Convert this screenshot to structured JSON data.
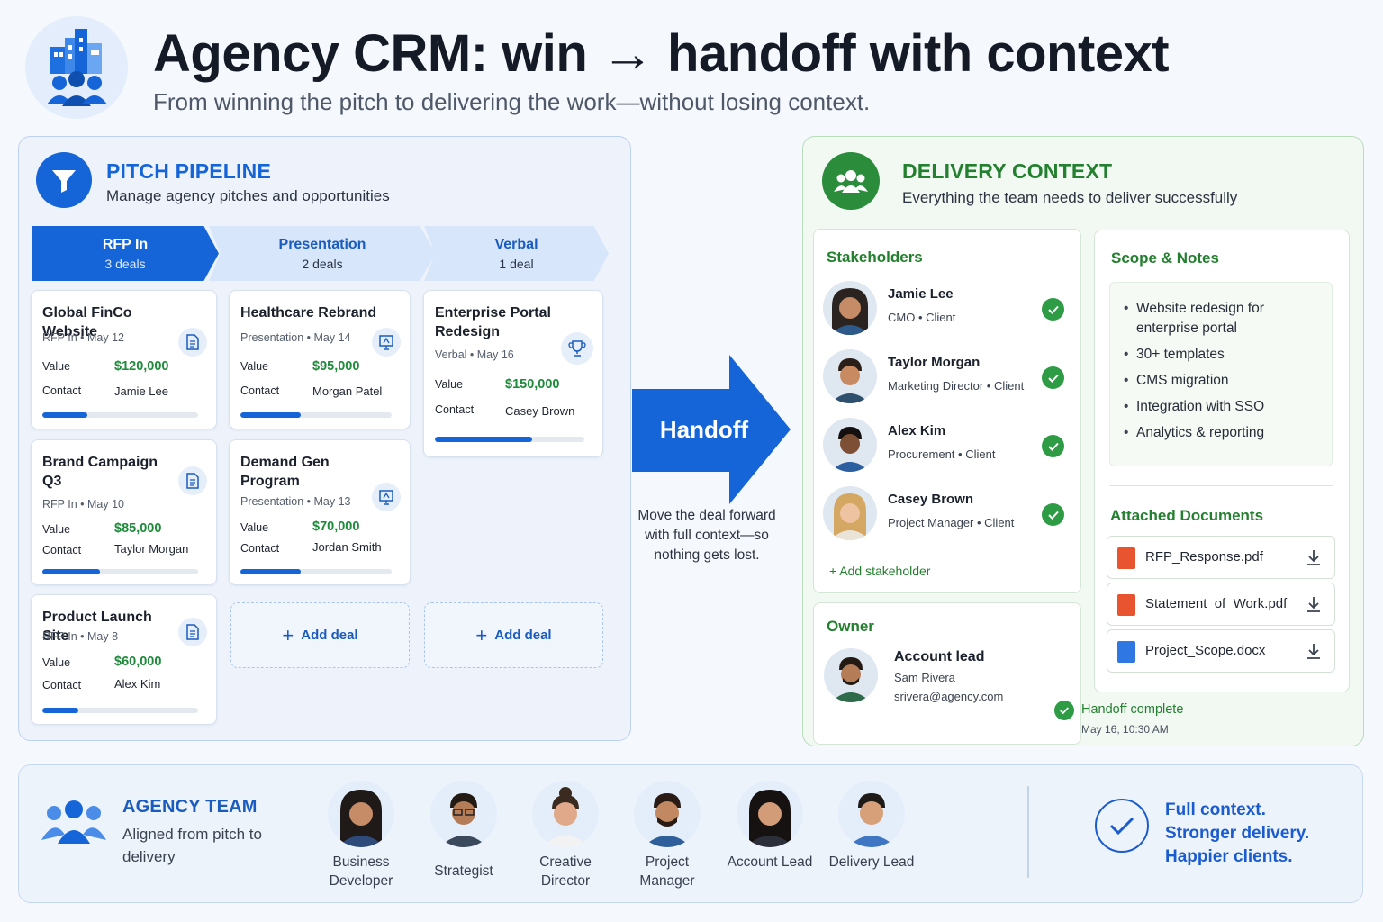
{
  "header": {
    "logo_icon": "agency-team-buildings-icon",
    "title": "Agency CRM: win → handoff with context",
    "subtitle": "From winning the pitch to delivering the work—without losing context."
  },
  "pitch": {
    "icon": "funnel-icon",
    "title": "PITCH PIPELINE",
    "subtitle": "Manage agency pitches and opportunities",
    "stages": [
      {
        "name": "RFP In",
        "count": "3 deals",
        "active": true
      },
      {
        "name": "Presentation",
        "count": "2 deals",
        "active": false
      },
      {
        "name": "Verbal",
        "count": "1 deal",
        "active": false
      }
    ],
    "value_label": "Value",
    "contact_label": "Contact",
    "add_deal_label": "Add deal",
    "deals": [
      {
        "title": "Global FinCo Website",
        "meta": "RFP In  •  May 12",
        "value": "$120,000",
        "contact": "Jamie Lee",
        "progress": 0.29,
        "icon": "document-icon"
      },
      {
        "title": "Brand Campaign Q3",
        "meta": "RFP In  •  May 10",
        "value": "$85,000",
        "contact": "Taylor Morgan",
        "progress": 0.37,
        "icon": "document-icon"
      },
      {
        "title": "Product Launch Site",
        "meta": "RFP In  •  May 8",
        "value": "$60,000",
        "contact": "Alex Kim",
        "progress": 0.23,
        "icon": "document-icon"
      },
      {
        "title": "Healthcare Rebrand",
        "meta": "Presentation  •  May 14",
        "value": "$95,000",
        "contact": "Morgan Patel",
        "progress": 0.4,
        "icon": "presentation-icon"
      },
      {
        "title": "Demand Gen Program",
        "meta": "Presentation  •  May 13",
        "value": "$70,000",
        "contact": "Jordan Smith",
        "progress": 0.4,
        "icon": "presentation-icon"
      },
      {
        "title": "Enterprise Portal Redesign",
        "meta": "Verbal  •  May 16",
        "value": "$150,000",
        "contact": "Casey Brown",
        "progress": 0.65,
        "icon": "trophy-icon"
      }
    ]
  },
  "handoff": {
    "label": "Handoff",
    "description": "Move the deal forward with full context—so nothing gets lost."
  },
  "delivery": {
    "icon": "team-icon",
    "title": "DELIVERY CONTEXT",
    "subtitle": "Everything the team needs to deliver successfully",
    "stakeholders_title": "Stakeholders",
    "stakeholders": [
      {
        "name": "Jamie Lee",
        "role": "CMO  •  Client"
      },
      {
        "name": "Taylor Morgan",
        "role": "Marketing Director  •  Client"
      },
      {
        "name": "Alex Kim",
        "role": "Procurement  •  Client"
      },
      {
        "name": "Casey Brown",
        "role": "Project Manager  •  Client"
      }
    ],
    "add_stakeholder": "+ Add stakeholder",
    "owner": {
      "title": "Owner",
      "role": "Account lead",
      "name": "Sam Rivera",
      "email": "srivera@agency.com"
    },
    "scope_title": "Scope & Notes",
    "scope_items": [
      "Website redesign for enterprise portal",
      "30+ templates",
      "CMS migration",
      "Integration with SSO",
      "Analytics & reporting"
    ],
    "docs_title": "Attached Documents",
    "documents": [
      {
        "name": "RFP_Response.pdf",
        "type": "pdf",
        "color": "#e8542f"
      },
      {
        "name": "Statement_of_Work.pdf",
        "type": "pdf",
        "color": "#e8542f"
      },
      {
        "name": "Project_Scope.docx",
        "type": "docx",
        "color": "#2f78e3"
      }
    ],
    "status": "Handoff complete",
    "status_time": "May 16, 10:30 AM"
  },
  "team": {
    "icon": "people-group-icon",
    "title": "AGENCY TEAM",
    "subtitle": "Aligned from pitch to delivery",
    "members": [
      "Business Developer",
      "Strategist",
      "Creative Director",
      "Project Manager",
      "Account Lead",
      "Delivery Lead"
    ],
    "tagline": [
      "Full context.",
      "Stronger delivery.",
      "Happier clients."
    ]
  },
  "colors": {
    "primary_blue": "#1565d8",
    "success_green": "#2e9b45",
    "value_green": "#1e8a3a"
  }
}
